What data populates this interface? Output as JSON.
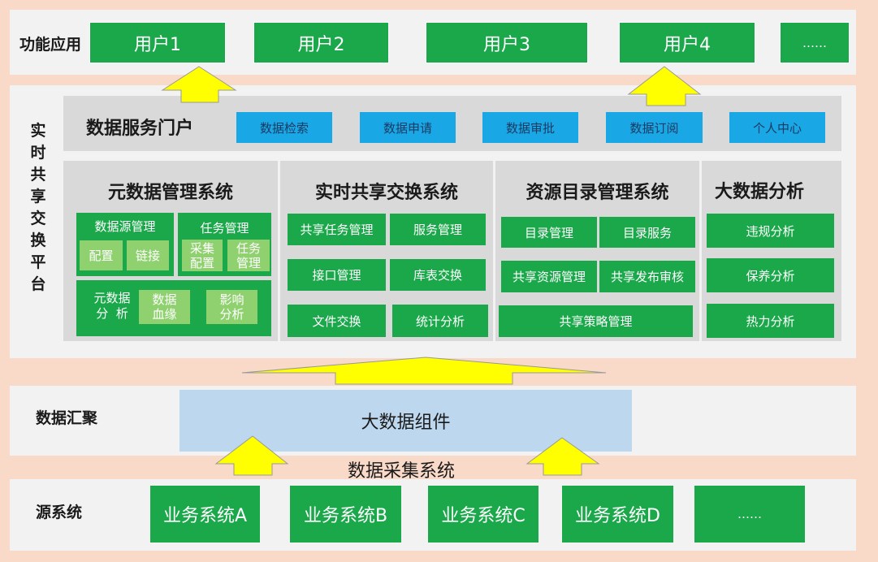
{
  "layers": {
    "functional": "功能应用",
    "platform": "实时共享交换平台",
    "aggregation": "数据汇聚",
    "source": "源系统"
  },
  "users": [
    "用户1",
    "用户2",
    "用户3",
    "用户4",
    "……"
  ],
  "portal": {
    "title": "数据服务门户",
    "items": [
      "数据检索",
      "数据申请",
      "数据审批",
      "数据订阅",
      "个人中心"
    ]
  },
  "metadata_system": {
    "title": "元数据管理系统",
    "datasource": {
      "title": "数据源管理",
      "items": [
        "配置",
        "链接"
      ]
    },
    "task": {
      "title": "任务管理",
      "items": [
        "采集\n配置",
        "任务\n管理"
      ]
    },
    "analysis": {
      "title": "元数据\n分  析",
      "items": [
        "数据\n血缘",
        "影响\n分析"
      ]
    }
  },
  "exchange_system": {
    "title": "实时共享交换系统",
    "items": [
      "共享任务管理",
      "服务管理",
      "接口管理",
      "库表交换",
      "文件交换",
      "统计分析"
    ]
  },
  "catalog_system": {
    "title": "资源目录管理系统",
    "items": [
      "目录管理",
      "目录服务",
      "共享资源管理",
      "共享发布审核",
      "共享策略管理"
    ]
  },
  "bigdata_analysis": {
    "title": "大数据分析",
    "items": [
      "违规分析",
      "保养分析",
      "热力分析"
    ]
  },
  "bigdata_component": "大数据组件",
  "collection_system": "数据采集系统",
  "source_systems": [
    "业务系统A",
    "业务系统B",
    "业务系统C",
    "业务系统D",
    "……"
  ],
  "colors": {
    "background": "#f9d9c8",
    "band": "#f2f2f2",
    "panel": "#d9d9d9",
    "green": "#1aa84a",
    "light_green": "#8fd16f",
    "blue": "#1aa7e6",
    "light_blue": "#bdd7ee",
    "arrow": "#ffff00"
  }
}
